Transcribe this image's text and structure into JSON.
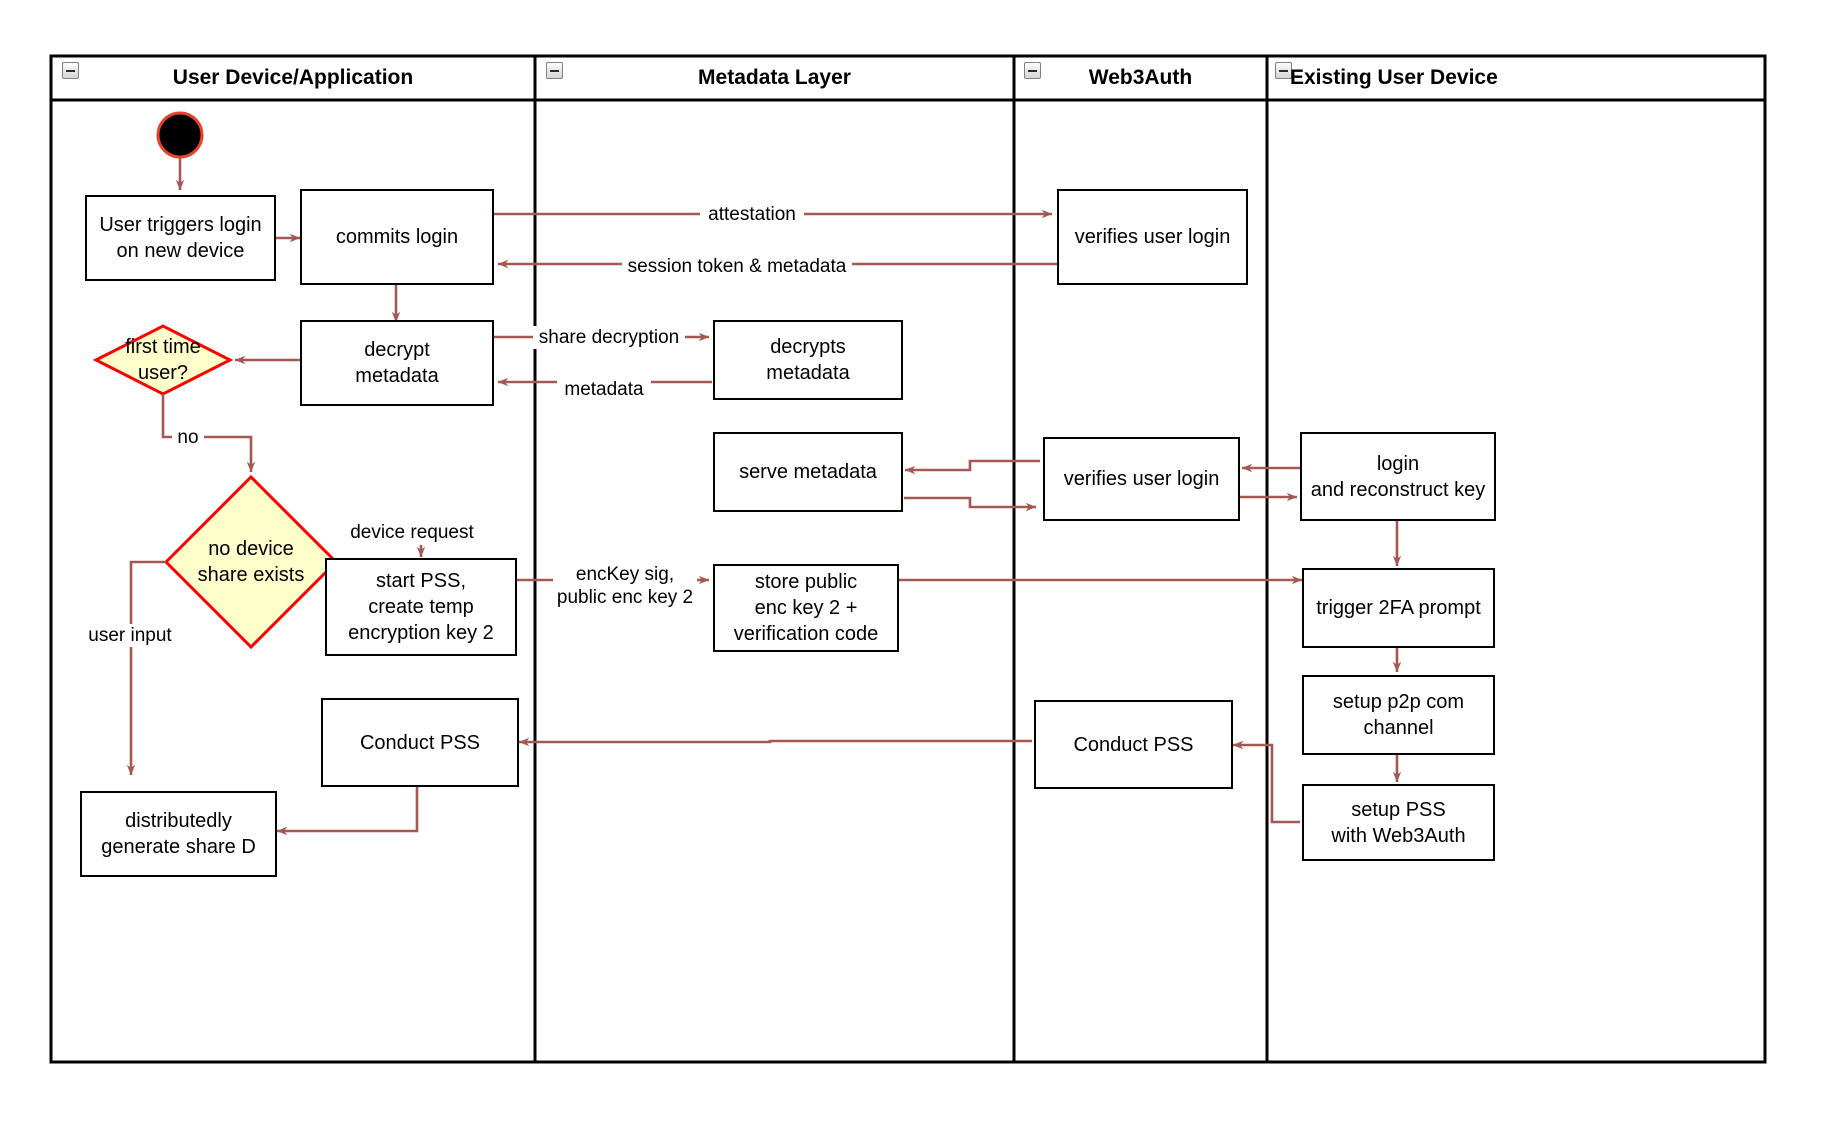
{
  "diagram": {
    "title": "Web3Auth new device login flow (swimlane activity diagram)",
    "colors": {
      "lane_border": "#000000",
      "node_border": "#000000",
      "node_fill": "#ffffff",
      "decision_fill": "#ffffcc",
      "decision_border": "#ff0000",
      "arrow": "#a35952",
      "start_node_fill": "#000000",
      "start_node_border": "#e8412a",
      "text": "#000000"
    },
    "lanes": [
      {
        "id": "lane-user-device",
        "label": "User Device/Application",
        "icon": "collapse-minus-icon"
      },
      {
        "id": "lane-metadata",
        "label": "Metadata Layer",
        "icon": "collapse-minus-icon"
      },
      {
        "id": "lane-web3auth",
        "label": "Web3Auth",
        "icon": "collapse-minus-icon"
      },
      {
        "id": "lane-existing-device",
        "label": "Existing User Device",
        "icon": "collapse-minus-icon"
      }
    ],
    "nodes": [
      {
        "id": "start",
        "type": "start",
        "label": "",
        "lane": "lane-user-device"
      },
      {
        "id": "user-triggers-login",
        "type": "action",
        "label": "User triggers login\non new device",
        "lane": "lane-user-device"
      },
      {
        "id": "commits-login",
        "type": "action",
        "label": "commits login",
        "lane": "lane-user-device"
      },
      {
        "id": "decrypt-metadata",
        "type": "action",
        "label": "decrypt\nmetadata",
        "lane": "lane-user-device"
      },
      {
        "id": "first-time-user",
        "type": "decision",
        "label": "first time\nuser?",
        "lane": "lane-user-device"
      },
      {
        "id": "no-device-share-exists",
        "type": "decision",
        "label": "no device\nshare exists",
        "lane": "lane-user-device"
      },
      {
        "id": "start-pss-create-temp-key",
        "type": "action",
        "label": "start PSS,\ncreate temp\nencryption key 2",
        "lane": "lane-user-device"
      },
      {
        "id": "conduct-pss-user",
        "type": "action",
        "label": "Conduct PSS",
        "lane": "lane-user-device"
      },
      {
        "id": "distributedly-generate-share-d",
        "type": "action",
        "label": "distributedly\ngenerate share D",
        "lane": "lane-user-device"
      },
      {
        "id": "decrypts-metadata",
        "type": "action",
        "label": "decrypts\nmetadata",
        "lane": "lane-metadata"
      },
      {
        "id": "serve-metadata",
        "type": "action",
        "label": "serve metadata",
        "lane": "lane-metadata"
      },
      {
        "id": "store-public-enc-key",
        "type": "action",
        "label": "store public\nenc key 2 +\nverification code",
        "lane": "lane-metadata"
      },
      {
        "id": "verifies-user-login-1",
        "type": "action",
        "label": "verifies user login",
        "lane": "lane-web3auth"
      },
      {
        "id": "verifies-user-login-2",
        "type": "action",
        "label": "verifies user login",
        "lane": "lane-web3auth"
      },
      {
        "id": "conduct-pss-web3auth",
        "type": "action",
        "label": "Conduct PSS",
        "lane": "lane-web3auth"
      },
      {
        "id": "login-and-reconstruct-key",
        "type": "action",
        "label": "login\nand reconstruct key",
        "lane": "lane-existing-device"
      },
      {
        "id": "trigger-2fa-prompt",
        "type": "action",
        "label": "trigger 2FA prompt",
        "lane": "lane-existing-device"
      },
      {
        "id": "setup-p2p-com-channel",
        "type": "action",
        "label": "setup p2p com\nchannel",
        "lane": "lane-existing-device"
      },
      {
        "id": "setup-pss-with-web3auth",
        "type": "action",
        "label": "setup PSS\nwith Web3Auth",
        "lane": "lane-existing-device"
      }
    ],
    "edge_labels": [
      {
        "id": "attestation",
        "text": "attestation"
      },
      {
        "id": "session-token-metadata",
        "text": "session token & metadata"
      },
      {
        "id": "share-decryption",
        "text": "share decryption"
      },
      {
        "id": "metadata",
        "text": "metadata"
      },
      {
        "id": "no",
        "text": "no"
      },
      {
        "id": "device-request",
        "text": "device request"
      },
      {
        "id": "user-input",
        "text": "user input"
      },
      {
        "id": "enckey-sig",
        "text": "encKey sig,\npublic enc key 2"
      }
    ]
  }
}
